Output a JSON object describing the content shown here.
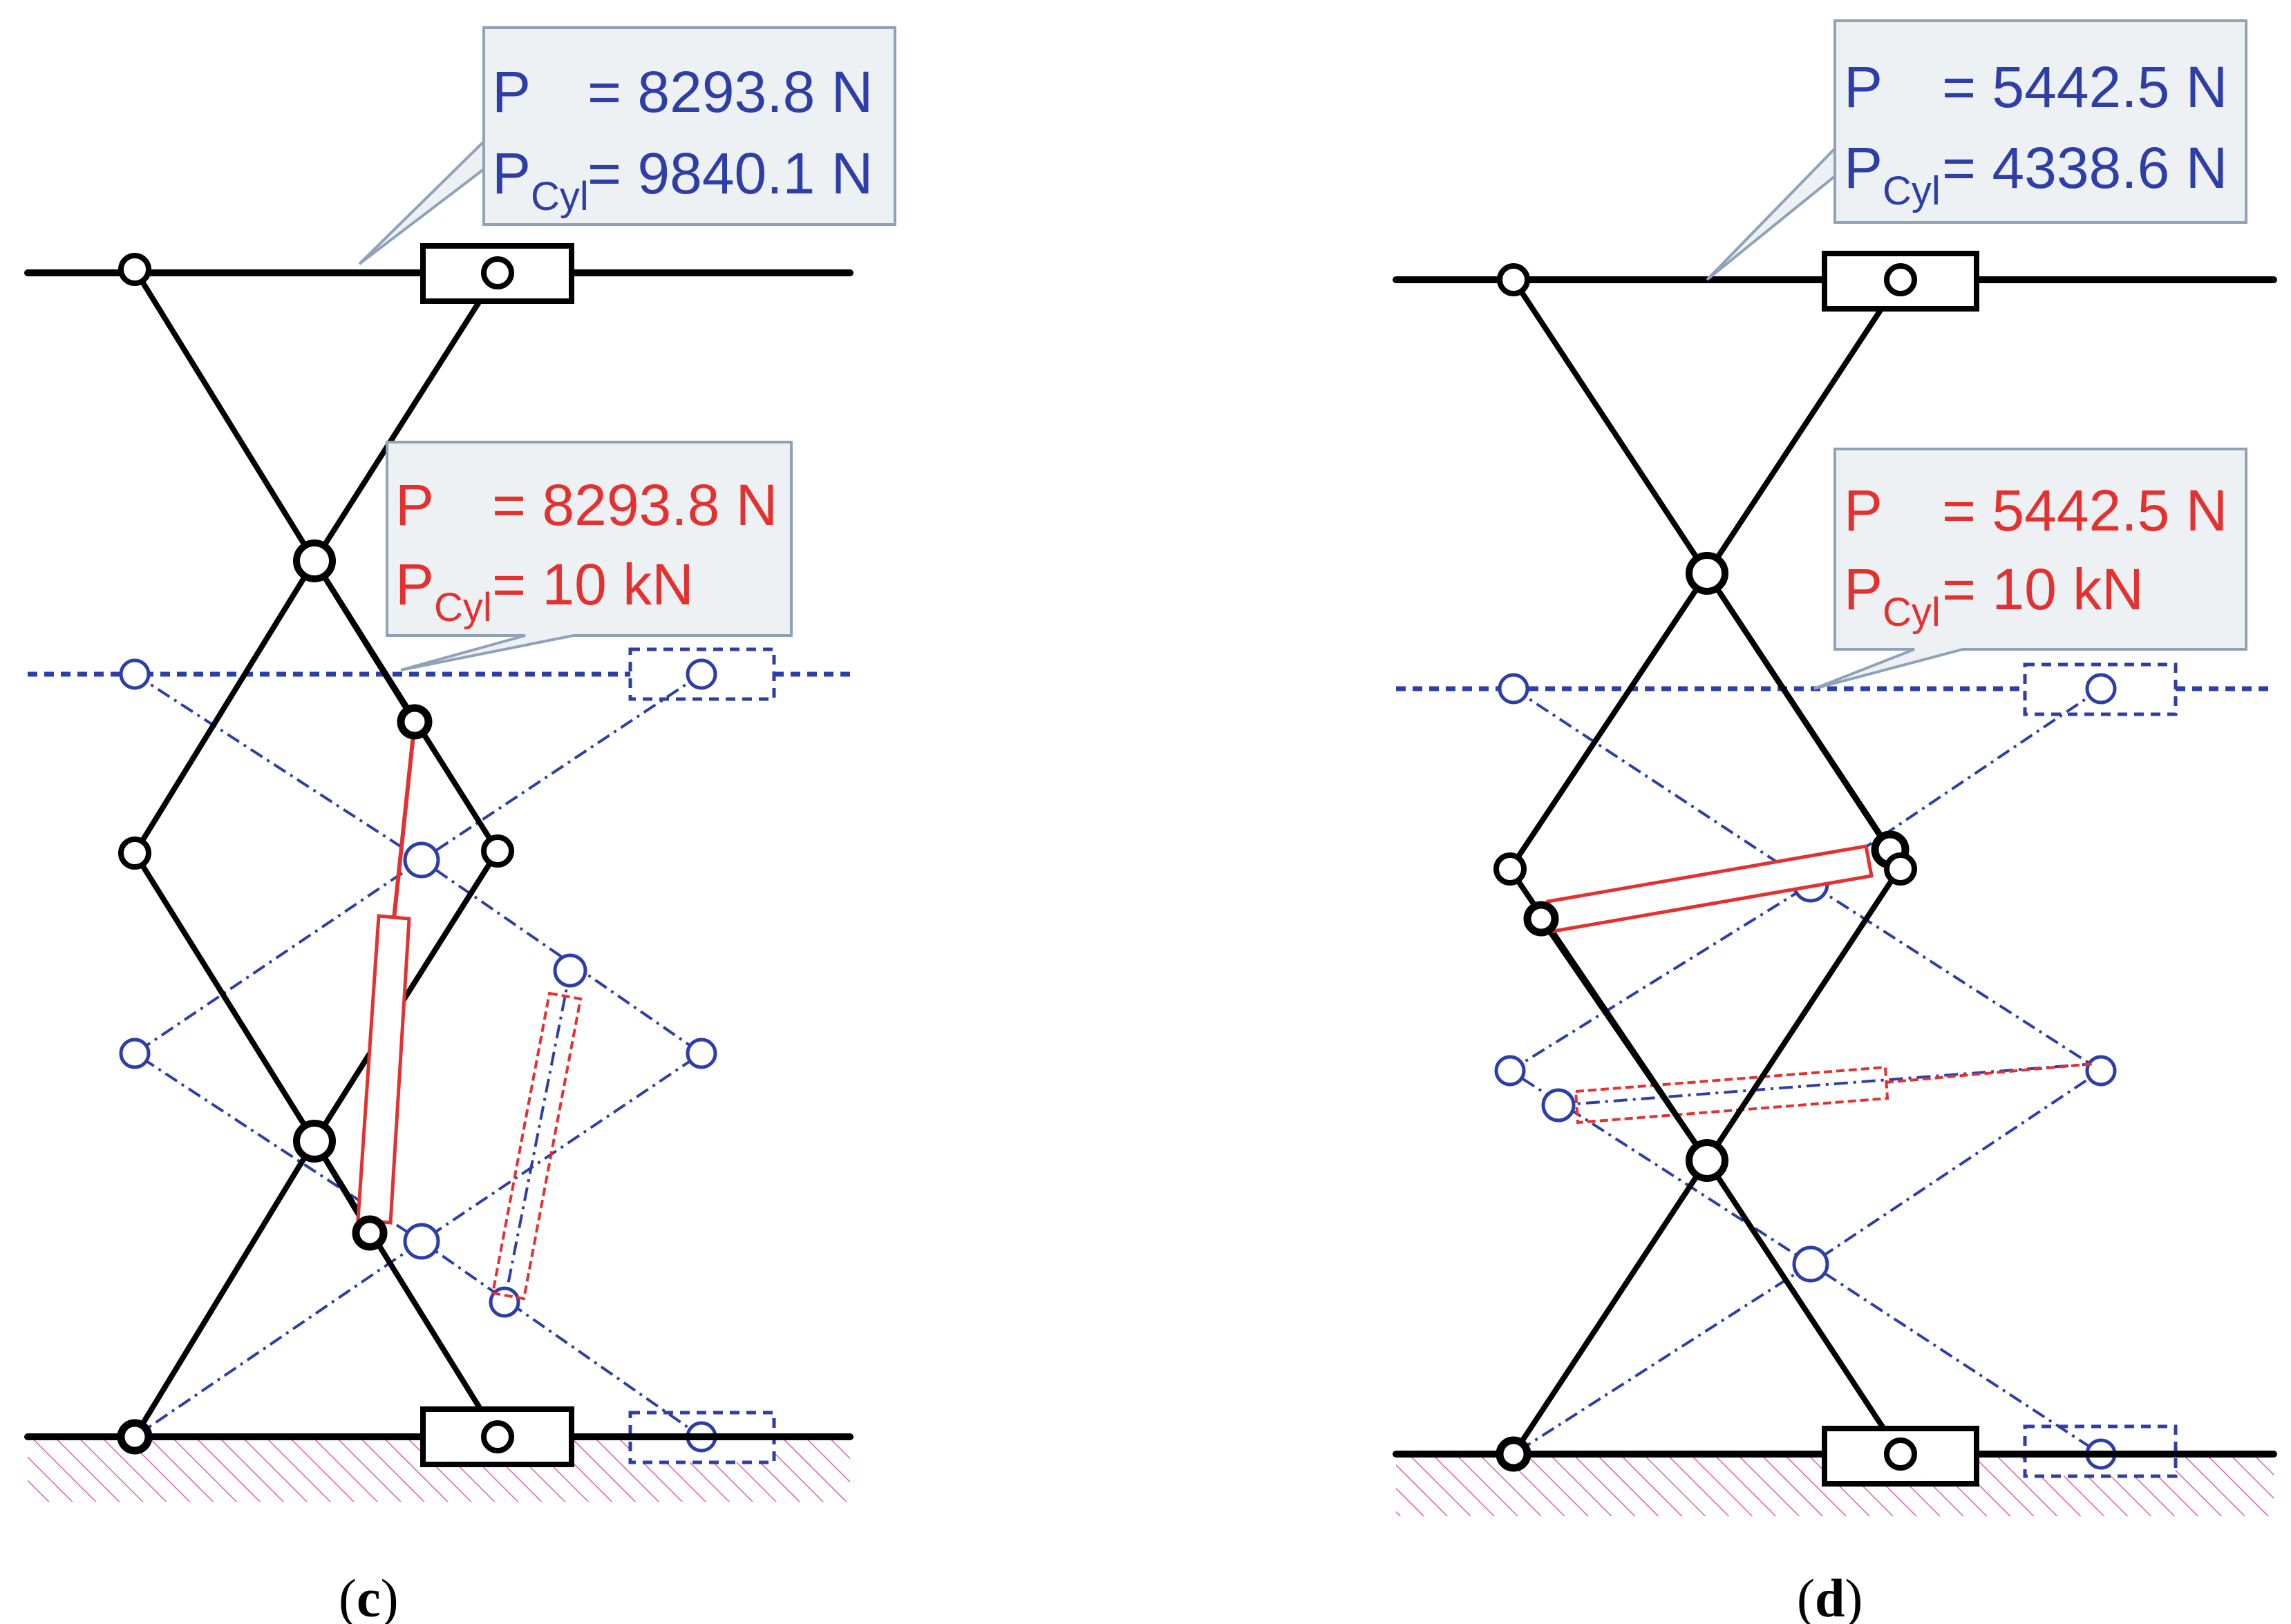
{
  "colors": {
    "mechanism": "#000000",
    "ghost": "#2e3ea8",
    "cylinder": "#e53030",
    "callout_fill": "#eef1f4",
    "callout_stroke": "#8fa2b8",
    "ground_hatch": "#e060b0"
  },
  "panels": [
    {
      "label_open": "(",
      "label_letter": "c",
      "label_close": ")",
      "callout_blue": {
        "line1_symbol": "P",
        "line1_value": "= 8293.8 N",
        "line2_symbol": "P",
        "line2_sub": "Cyl",
        "line2_value": "= 9840.1 N"
      },
      "callout_red": {
        "line1_symbol": "P",
        "line1_value": "= 8293.8 N",
        "line2_symbol": "P",
        "line2_sub": "Cyl",
        "line2_value": "= 10 kN"
      }
    },
    {
      "label_open": "(",
      "label_letter": "d",
      "label_close": ")",
      "callout_blue": {
        "line1_symbol": "P",
        "line1_value": "= 5442.5 N",
        "line2_symbol": "P",
        "line2_sub": "Cyl",
        "line2_value": "= 4338.6 N"
      },
      "callout_red": {
        "line1_symbol": "P",
        "line1_value": "= 5442.5 N",
        "line2_symbol": "P",
        "line2_sub": "Cyl",
        "line2_value": "= 10 kN"
      }
    }
  ]
}
